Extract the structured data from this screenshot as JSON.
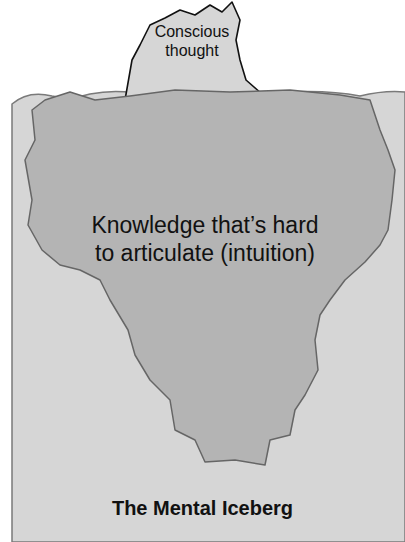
{
  "diagram": {
    "title": "The Mental Iceberg",
    "nodes": [
      {
        "text": [
          "Conscious thought"
        ]
      },
      {
        "text": [
          "Knowledge that’s hard to articulate (intuition)"
        ]
      }
    ]
  }
}
